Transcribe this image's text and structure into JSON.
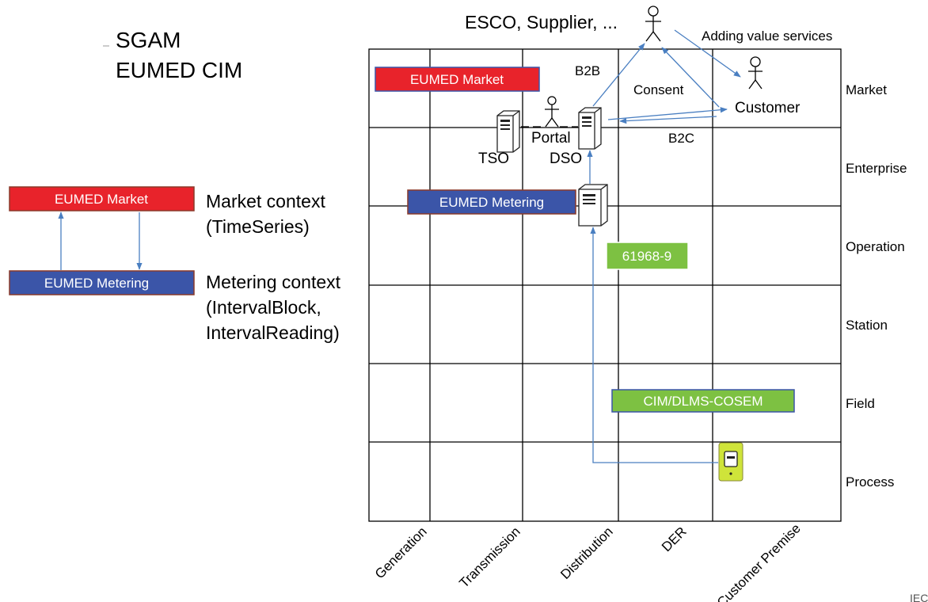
{
  "title": {
    "line1": "SGAM",
    "line2": "EUMED CIM"
  },
  "legend": {
    "market_box": "EUMED Market",
    "metering_box": "EUMED Metering",
    "market_context": {
      "line1": "Market context",
      "line2": "(TimeSeries)"
    },
    "metering_context": {
      "line1": "Metering context",
      "line2": "(IntervalBlock,",
      "line3": "IntervalReading)"
    }
  },
  "zones": [
    "Market",
    "Enterprise",
    "Operation",
    "Station",
    "Field",
    "Process"
  ],
  "domains": [
    "Generation",
    "Transmission",
    "Distribution",
    "DER",
    "Customer Premise"
  ],
  "boxes": {
    "eumed_market": "EUMED Market",
    "eumed_metering": "EUMED Metering",
    "std_61968": "61968-9",
    "cim_dlms": "CIM/DLMS-COSEM"
  },
  "actors": {
    "esco": "ESCO, Supplier, ...",
    "adding_value": "Adding value services",
    "customer": "Customer",
    "portal": "Portal",
    "tso": "TSO",
    "dso": "DSO"
  },
  "flows": {
    "b2b": "B2B",
    "b2c": "B2C",
    "consent": "Consent"
  },
  "colors": {
    "market_red": "#e8232b",
    "metering_blue": "#3b55a8",
    "box_border": "#8a3a2a",
    "standard_green": "#7dc142",
    "arrow_blue": "#4a7fc1",
    "meter_yellow": "#cfe43a"
  },
  "corner_text": "IEC"
}
